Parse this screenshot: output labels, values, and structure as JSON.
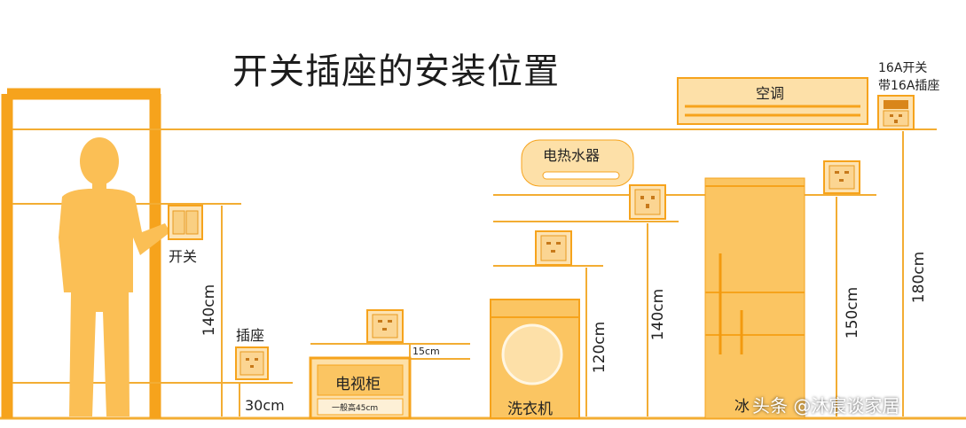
{
  "title": "开关插座的安装位置",
  "labels": {
    "switch": "开关",
    "socket": "插座",
    "tv_cabinet": "电视柜",
    "tv_cabinet_note": "一般高45cm",
    "washer": "洗衣机",
    "water_heater": "电热水器",
    "air_conditioner": "空调",
    "fridge": "冰",
    "ac_switch_line1": "16A开关",
    "ac_switch_line2": "带16A插座"
  },
  "dimensions": {
    "switch_height": "140cm",
    "socket_height": "30cm",
    "tv_offset": "15cm",
    "washer_height": "120cm",
    "heater_height": "140cm",
    "fridge_height": "150cm",
    "ac_height": "180cm"
  },
  "watermark": "头条 @沐宸谈家居",
  "colors": {
    "orange": "#f6a31c",
    "light_orange": "#fbc562",
    "pale_orange": "#fde0a8",
    "line": "#f3ad33"
  }
}
